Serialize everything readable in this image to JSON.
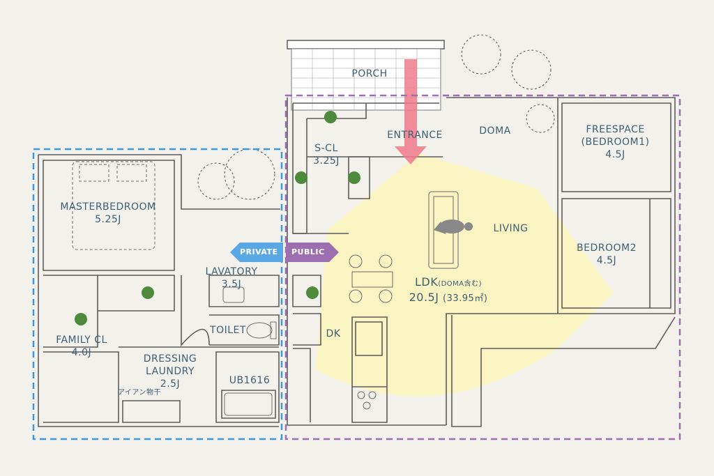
{
  "colors": {
    "background": "#f3f1ec",
    "wall": "#ffffff",
    "wall_line": "#5c5c5c",
    "private_zone": "#3d9ad9",
    "public_zone": "#9b6fb0",
    "view_cone": "#fbf4bf",
    "entry_arrow": "#f07b8b",
    "text": "#3f5f73",
    "plant_dot": "#4e8a3b"
  },
  "zones": {
    "private": "PRIVATE",
    "public": "PUBLIC"
  },
  "rooms": {
    "porch": "PORCH",
    "entrance": "ENTRANCE",
    "doma": "DOMA",
    "freespace": {
      "line1": "FREESPACE",
      "line2": "(BEDROOM1)",
      "size": "4.5J"
    },
    "scl": {
      "line1": "S-CL",
      "size": "3.25J"
    },
    "master": {
      "line1": "MASTERBEDROOM",
      "size": "5.25J"
    },
    "living": "LIVING",
    "bedroom2": {
      "line1": "BEDROOM2",
      "size": "4.5J"
    },
    "lavatory": {
      "line1": "LAVATORY",
      "size": "3.5J"
    },
    "ldk": {
      "name": "LDK",
      "note": "(DOMA含む)",
      "size": "20.5J",
      "area": "(33.95㎡)"
    },
    "toilet": "TOILET",
    "family_cl": {
      "line1": "FAMILY CL",
      "size": "4.0J"
    },
    "dk": "DK",
    "dressing": {
      "line1": "DRESSING",
      "line2": "LAUNDRY",
      "size": "2.5J"
    },
    "ub": "UB1616",
    "iron": "アイアン物干"
  },
  "icons": [
    "plant-dot-icon",
    "tree-icon",
    "person-icon",
    "stove-icon",
    "toilet-icon",
    "bathtub-icon",
    "sink-icon",
    "bed-icon",
    "dining-table-icon",
    "sofa-icon"
  ]
}
